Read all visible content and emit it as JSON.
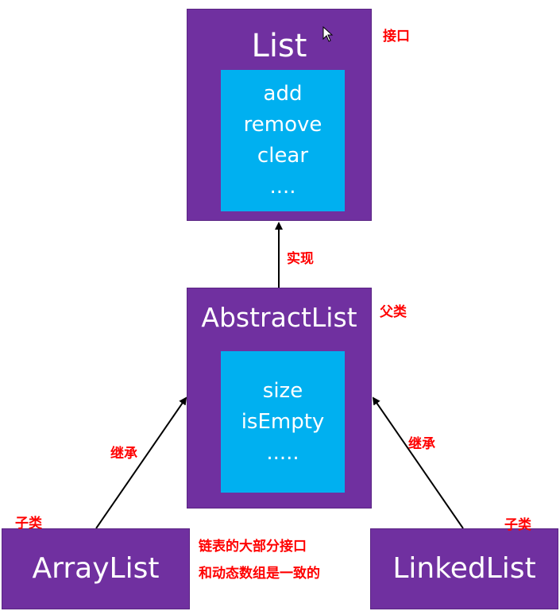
{
  "list_box": {
    "title": "List",
    "methods": [
      "add",
      "remove",
      "clear",
      "...."
    ]
  },
  "abstract_box": {
    "title": "AbstractList",
    "methods": [
      "size",
      "isEmpty",
      "....."
    ]
  },
  "arraylist_box": {
    "title": "ArrayList"
  },
  "linkedlist_box": {
    "title": "LinkedList"
  },
  "notes": {
    "interface": "接口",
    "implements": "实现",
    "parent_class": "父类",
    "inherit_left": "继承",
    "inherit_right": "继承",
    "subclass_left": "子类",
    "subclass_right": "子类",
    "remark_line1": "链表的大部分接口",
    "remark_line2": "和动态数组是一致的"
  },
  "colors": {
    "class_box": "#7030a0",
    "method_box": "#00b0f0",
    "annotation": "#ff0000",
    "arrow": "#000000"
  },
  "icons": [
    "mouse-cursor-icon"
  ]
}
